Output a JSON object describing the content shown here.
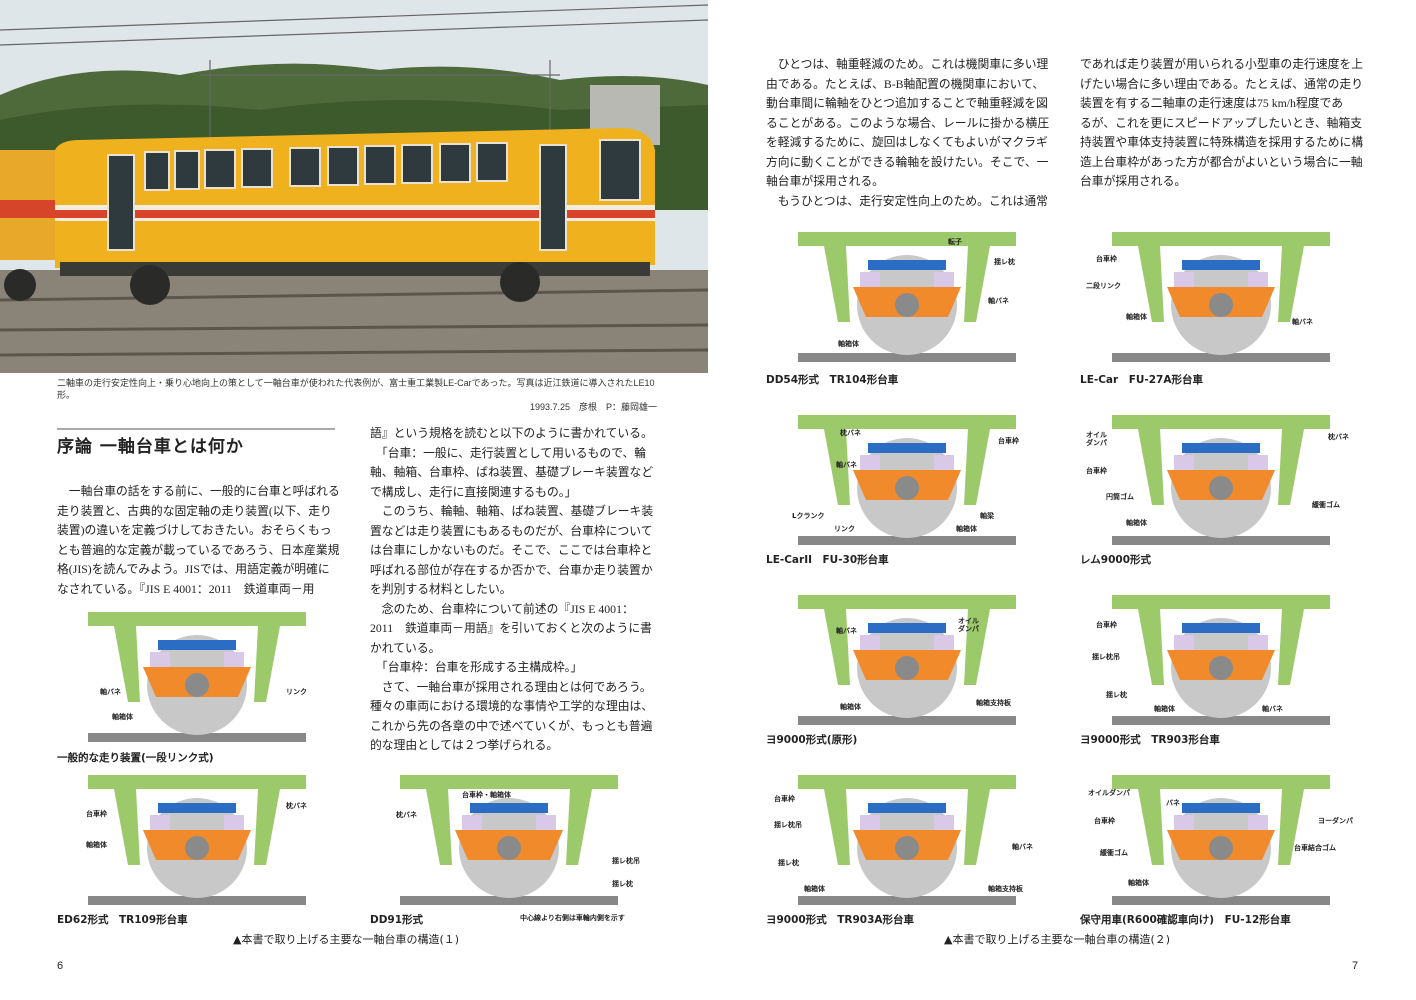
{
  "colors": {
    "frame": "#9cc96a",
    "frame_dark": "#7fb24a",
    "wheel": "#c8c8c8",
    "hub": "#8a8a8a",
    "axlebox": "#f08a2a",
    "spring": "#d9c8e8",
    "beam": "#2b6cc4",
    "rail": "#888888",
    "accent": "#f2c200"
  },
  "photo": {
    "caption": "二軸車の走行安定性向上・乗り心地向上の策として一軸台車が使われた代表例が、富士重工業製LE-Carであった。写真は近江鉄道に導入されたLE10形。",
    "credit": "1993.7.25　彦根　P：藤岡雄一"
  },
  "left": {
    "heading": "序論 一軸台車とは何か",
    "col1": "　一軸台車の話をする前に、一般的に台車と呼ばれる\n走り装置と、古典的な固定軸の走り装置(以下、走り\n装置)の違いを定義づけしておきたい。おそらくもっ\nとも普遍的な定義が載っているであろう、日本産業規\n格(JIS)を読んでみよう。JISでは、用語定義が明確に\nなされている。『JIS E 4001：2011　鉄道車両－用",
    "col2": "語』という規格を読むと以下のように書かれている。\n　「台車：一般に、走行装置として用いるもので、輪\n軸、軸箱、台車枠、ばね装置、基礎ブレーキ装置など\nで構成し、走行に直接関連するもの。」\n　このうち、輪軸、軸箱、ばね装置、基礎ブレーキ装\n置などは走り装置にもあるものだが、台車枠について\nは台車にしかないものだ。そこで、ここでは台車枠と\n呼ばれる部位が存在するか否かで、台車か走り装置か\nを判別する材料としたい。\n　念のため、台車枠について前述の『JIS E 4001：\n2011　鉄道車両－用語』を引いておくと次のように書\nかれている。\n　「台車枠：台車を形成する主構成枠。」\n　さて、一軸台車が採用される理由とは何であろう。\n種々の車両における環境的な事情や工学的な理由は、\nこれから先の各章の中で述べていくが、もっとも普遍\n的な理由としては２つ挙げられる。",
    "figure_caption": "▲本書で取り上げる主要な一軸台車の構造(１)",
    "page_number": "6"
  },
  "right": {
    "col1": "　ひとつは、軸重軽減のため。これは機関車に多い理\n由である。たとえば、B-B軸配置の機関車において、\n動台車間に輪軸をひとつ追加することで軸重軽減を図\nることがある。このような場合、レールに掛かる横圧\nを軽減するために、旋回はしなくてもよいがマクラギ\n方向に動くことができる輪軸を設けたい。そこで、一\n軸台車が採用される。\n　もうひとつは、走行安定性向上のため。これは通常",
    "col2": "であれば走り装置が用いられる小型車の走行速度を上\nげたい場合に多い理由である。たとえば、通常の走り\n装置を有する二軸車の走行速度は75 km/h程度であ\nるが、これを更にスピードアップしたいとき、軸箱支\n持装置や車体支持装置に特殊構造を採用するために構\n造上台車枠があった方が都合がよいという場合に一軸\n台車が採用される。",
    "figure_caption": "▲本書で取り上げる主要な一軸台車の構造(２)",
    "page_number": "7"
  },
  "diagrams": [
    {
      "caption": "一般的な走り装置(一段リンク式)",
      "labels": [
        "軸バネ",
        "軸箱体",
        "リンク"
      ]
    },
    {
      "caption": "ED62形式　TR109形台車",
      "labels": [
        "台車枠",
        "軸箱体",
        "枕バネ"
      ]
    },
    {
      "caption": "DD91形式",
      "note": "中心線より右側は車輪内側を示す",
      "labels": [
        "台車枠・軸箱体",
        "枕バネ",
        "揺レ枕吊",
        "揺レ枕"
      ]
    },
    {
      "caption": "DD54形式　TR104形台車",
      "labels": [
        "転子",
        "揺レ枕",
        "軸バネ",
        "軸箱体"
      ]
    },
    {
      "caption": "LE-Car　FU-27A形台車",
      "labels": [
        "台車枠",
        "二段リンク",
        "軸箱体",
        "軸バネ"
      ]
    },
    {
      "caption": "LE-CarII　FU-30形台車",
      "labels": [
        "枕バネ",
        "台車枠",
        "軸バネ",
        "Lクランク",
        "リンク",
        "軸梁",
        "軸箱体"
      ]
    },
    {
      "caption": "レム9000形式",
      "labels": [
        "オイル\nダンパ",
        "台車枠",
        "円筒ゴム",
        "軸箱体",
        "枕バネ",
        "緩衝ゴム"
      ]
    },
    {
      "caption": "ヨ9000形式(原形)",
      "labels": [
        "軸バネ",
        "オイル\nダンパ",
        "軸箱体",
        "軸箱支持板"
      ]
    },
    {
      "caption": "ヨ9000形式　TR903形台車",
      "labels": [
        "台車枠",
        "揺レ枕吊",
        "揺レ枕",
        "軸箱体",
        "軸バネ"
      ]
    },
    {
      "caption": "ヨ9000形式　TR903A形台車",
      "labels": [
        "台車枠",
        "揺レ枕吊",
        "揺レ枕",
        "軸箱体",
        "軸バネ",
        "軸箱支持板"
      ]
    },
    {
      "caption": "保守用車(R600確認車向け)　FU-12形台車",
      "labels": [
        "オイルダンパ",
        "バネ",
        "台車枠",
        "緩衝ゴム",
        "軸箱体",
        "ヨーダンパ",
        "台車結合ゴム"
      ]
    }
  ]
}
